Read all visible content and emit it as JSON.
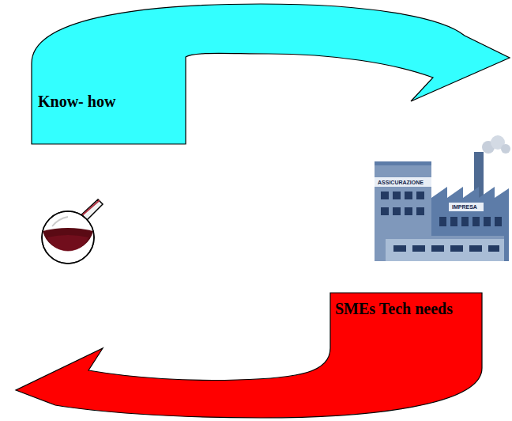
{
  "diagram": {
    "nodes": [
      {
        "text": [
          "Know- how"
        ]
      },
      {
        "text": [
          "SMEs Tech needs"
        ]
      }
    ],
    "labels": [
      "ASSICURAZIONE",
      "IMPRESA"
    ]
  }
}
